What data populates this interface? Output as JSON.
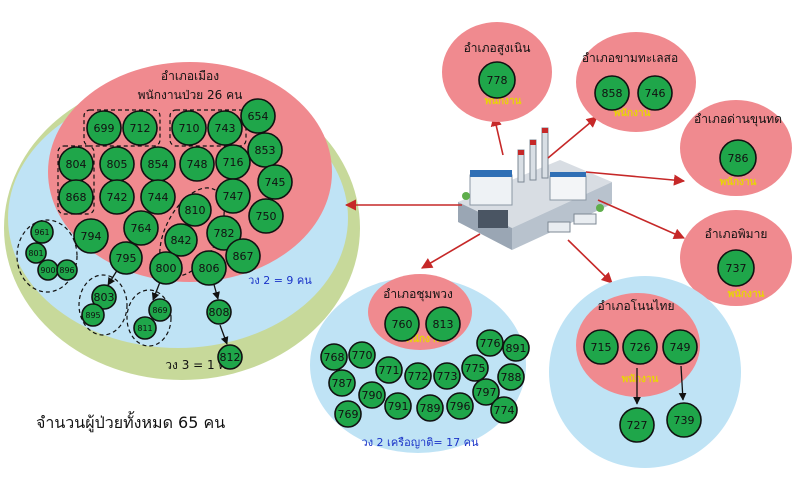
{
  "colors": {
    "red_zone": "#f08a8f",
    "blue_zone": "#bfe3f5",
    "green_zone": "#c7d99a",
    "node": "#1fa64a",
    "arrow": "#c62828",
    "staff_text": "#e8d20a",
    "ring_text": "#1a33c8"
  },
  "total_label": "จำนวนผู้ป่วยทั้งหมด 65 คน",
  "mueang": {
    "title": "อำเภอเมือง",
    "subtitle": "พนักงานป่วย 26 คน",
    "ring2_label": "วง 2 = 9 คน",
    "ring3_label": "วง 3 = 1 คน",
    "nodes": [
      "699",
      "712",
      "710",
      "743",
      "654",
      "804",
      "805",
      "854",
      "748",
      "716",
      "853",
      "868",
      "742",
      "744",
      "747",
      "745",
      "810",
      "750",
      "794",
      "764",
      "842",
      "782",
      "795",
      "867",
      "800",
      "806",
      "961",
      "801",
      "900",
      "896",
      "803",
      "895",
      "869",
      "811",
      "808",
      "812"
    ]
  },
  "districts": [
    {
      "id": "sungnoen",
      "title": "อำเภอสูงเนิน",
      "staff": "พนักงาน",
      "nodes": [
        "778"
      ]
    },
    {
      "id": "khamthalesor",
      "title": "อำเภอขามทะเลสอ",
      "staff": "พนักงาน",
      "nodes": [
        "858",
        "746"
      ]
    },
    {
      "id": "dankhunthot",
      "title": "อำเภอด่านขุนทด",
      "staff": "พนักงาน",
      "nodes": [
        "786"
      ]
    },
    {
      "id": "phimai",
      "title": "อำเภอพิมาย",
      "staff": "พนักงาน",
      "nodes": [
        "737"
      ]
    },
    {
      "id": "nonthai",
      "title": "อำเภอโนนไทย",
      "staff": "พนักงาน",
      "nodes": [
        "715",
        "726",
        "749",
        "727",
        "739"
      ]
    },
    {
      "id": "chumphuang",
      "title": "อำเภอชุมพวง",
      "staff": "พนักงาน",
      "ring2_label": "วง 2 เครือญาติ= 17 คน",
      "nodes": [
        "760",
        "813",
        "768",
        "770",
        "771",
        "772",
        "773",
        "775",
        "776",
        "891",
        "787",
        "790",
        "791",
        "789",
        "796",
        "797",
        "788",
        "769",
        "774"
      ]
    }
  ]
}
